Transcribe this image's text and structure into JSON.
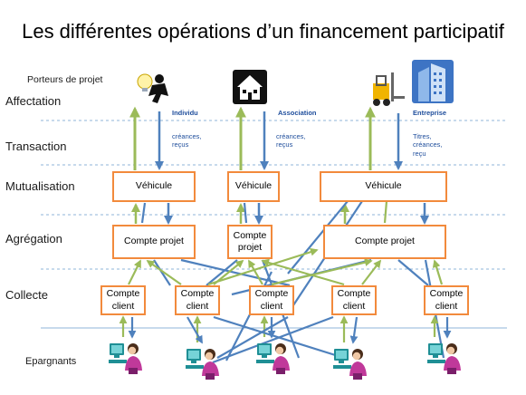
{
  "title": "Les différentes opérations d’un financement participatif",
  "porteurs_label": "Porteurs de projet",
  "epargnants_label": "Epargnants",
  "stages": [
    "Affectation",
    "Transaction",
    "Mutualisation",
    "Agrégation",
    "Collecte"
  ],
  "projects": [
    {
      "name": "Individu",
      "note": "créances,\nreçus",
      "icon": "person-icon"
    },
    {
      "name": "Association",
      "note": "créances,\nreçus",
      "icon": "house-icon"
    },
    {
      "name": "Entreprise",
      "note": "Titres,\ncréances,\nreçu",
      "icon": "factory-building-icon"
    }
  ],
  "vehicule_label": "Véhicule",
  "compte_projet_label": "Compte projet",
  "compte_projet_wrapped": "Compte\nprojet",
  "compte_client_label": "Compte\nclient",
  "colors": {
    "box_border": "#f28a3c",
    "green_arrow": "#9bbb59",
    "blue_arrow": "#4f81bd",
    "dashed": "#8fb4d9"
  }
}
